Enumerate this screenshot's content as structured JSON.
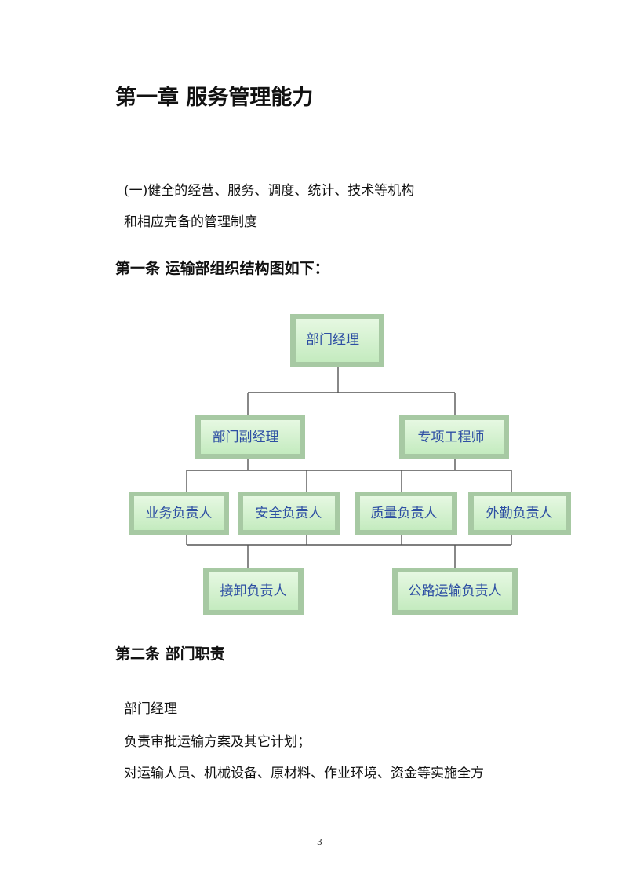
{
  "chapter_title": "第一章  服务管理能力",
  "intro_line1": "(一)健全的经营、服务、调度、统计、技术等机构",
  "intro_line2": "和相应完备的管理制度",
  "article1_heading": "第一条 运输部组织结构图如下：",
  "org_chart": {
    "root": "部门经理",
    "level2": [
      "部门副经理",
      "专项工程师"
    ],
    "level3": [
      "业务负责人",
      "安全负责人",
      "质量负责人",
      "外勤负责人"
    ],
    "level4": [
      "接卸负责人",
      "公路运输负责人"
    ],
    "box_fill": "#d3f2cf",
    "text_color": "#2d4fa3"
  },
  "article2_heading": "第二条 部门职责",
  "dept_manager_label": "部门经理",
  "duty_line1": "负责审批运输方案及其它计划；",
  "duty_line2": "对运输人员、机械设备、原材料、作业环境、资金等实施全方",
  "page_number": "3"
}
